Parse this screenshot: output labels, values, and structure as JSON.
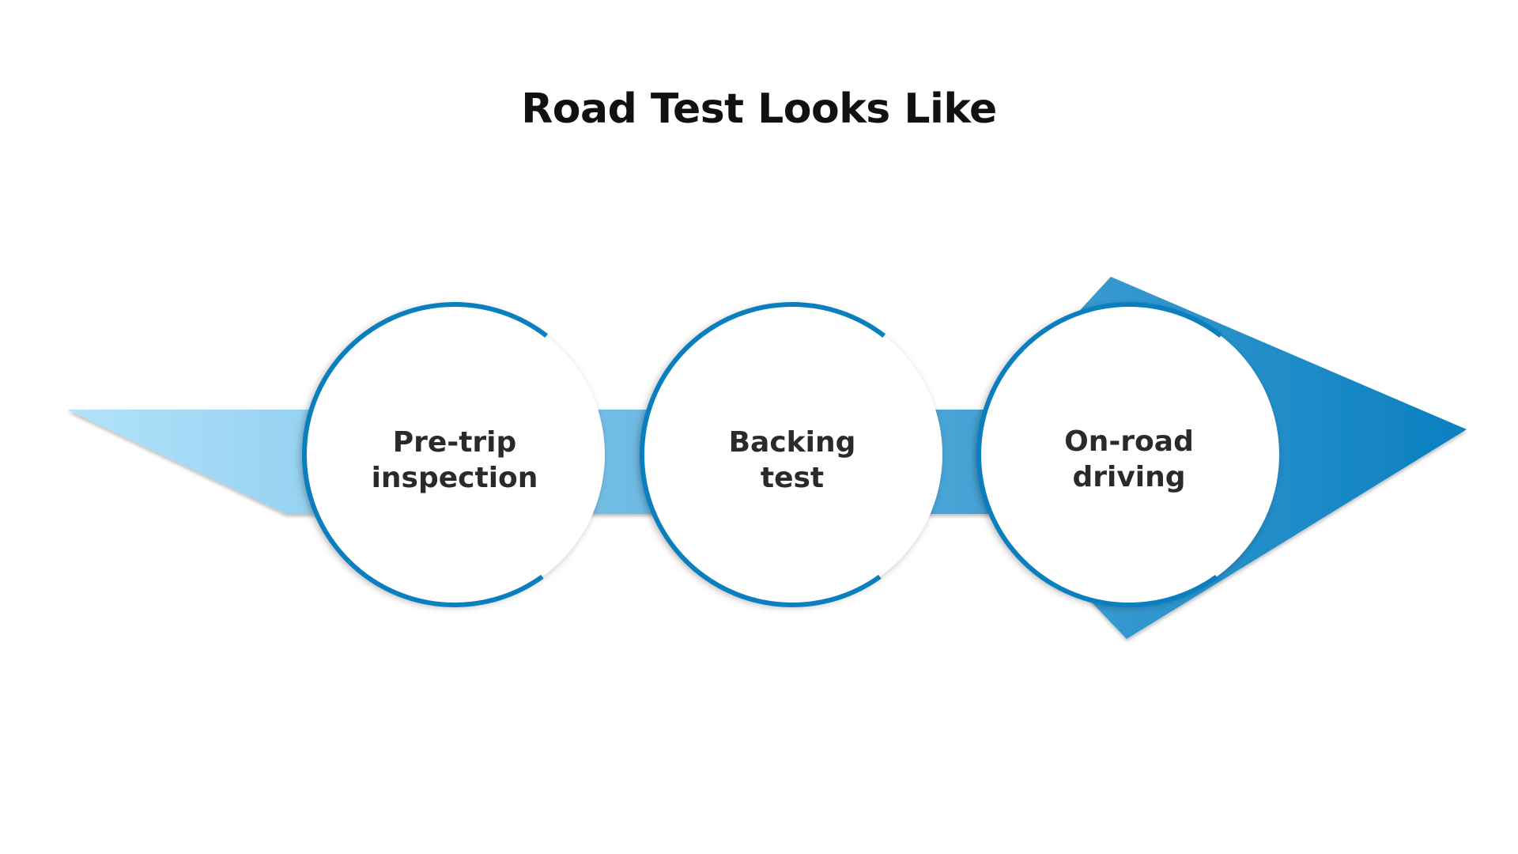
{
  "title": "Road Test Looks Like",
  "steps": [
    {
      "line1": "Pre-trip",
      "line2": "inspection"
    },
    {
      "line1": "Backing",
      "line2": "test"
    },
    {
      "line1": "On-road",
      "line2": "driving"
    }
  ],
  "colors": {
    "arrow_light": "#b3e3fb",
    "arrow_dark": "#0a7fc0",
    "ring": "#0a7fc0",
    "text": "#2a2a2a",
    "title": "#111111"
  }
}
